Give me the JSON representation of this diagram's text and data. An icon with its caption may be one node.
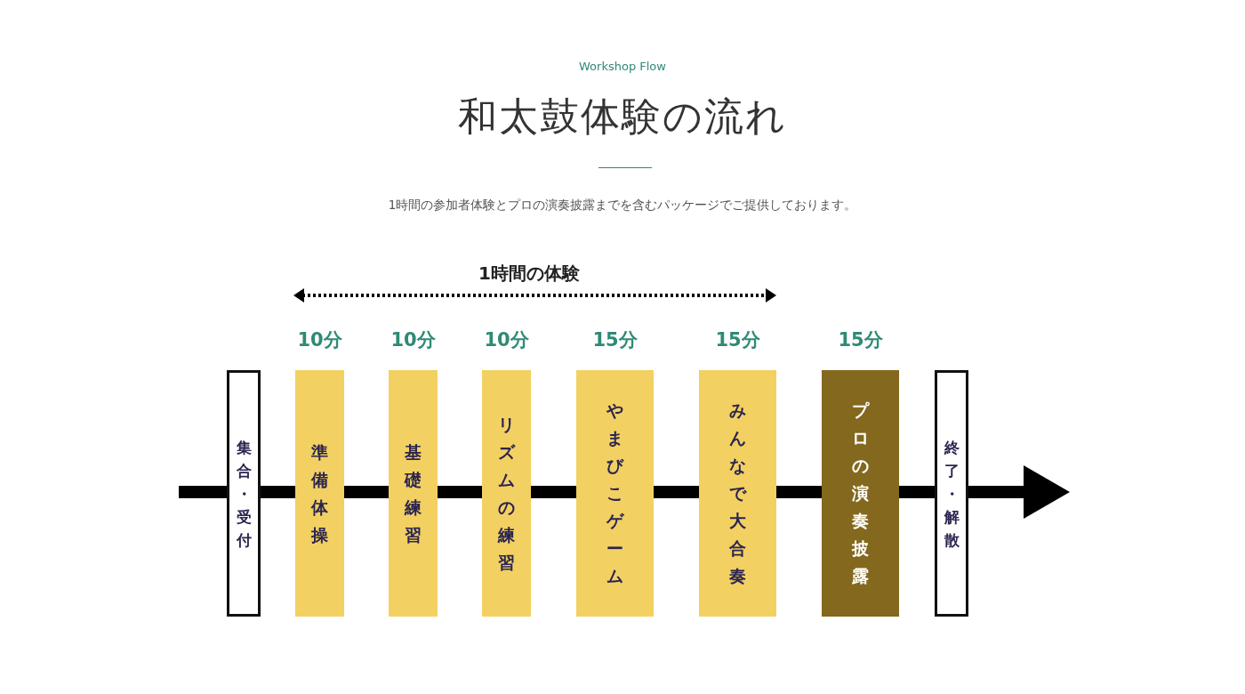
{
  "diagram": {
    "title": "和太鼓体験の流れ",
    "nodes": [
      {
        "text": [
          "集合・受付"
        ]
      },
      {
        "text": [
          "準備体操"
        ],
        "beside": [
          "10分"
        ]
      },
      {
        "text": [
          "基礎練習"
        ],
        "beside": [
          "10分"
        ]
      },
      {
        "text": [
          "リズムの練習"
        ],
        "beside": [
          "10分"
        ]
      },
      {
        "text": [
          "やまびこゲーム"
        ],
        "beside": [
          "15分"
        ]
      },
      {
        "text": [
          "みんなで大合奏"
        ],
        "beside": [
          "15分"
        ]
      },
      {
        "text": [
          "プロの演奏披露"
        ],
        "beside": [
          "15分"
        ]
      },
      {
        "text": [
          "終了・解散"
        ]
      }
    ],
    "edges": [
      {
        "from": null,
        "to": 0,
        "arrow": "none"
      },
      {
        "from": 0,
        "to": 1,
        "arrow": "none"
      },
      {
        "from": 1,
        "to": 2,
        "arrow": "none"
      },
      {
        "from": 2,
        "to": 3,
        "arrow": "none"
      },
      {
        "from": 3,
        "to": 4,
        "arrow": "none"
      },
      {
        "from": 4,
        "to": 5,
        "arrow": "none"
      },
      {
        "from": 5,
        "to": 6,
        "arrow": "none"
      },
      {
        "from": 6,
        "to": 7,
        "arrow": "none"
      },
      {
        "from": 7,
        "to": null,
        "arrow": "to"
      }
    ],
    "labels": [
      "Workshop Flow",
      "1時間の参加者体験とプロの演奏披露までを含むパッケージでご提供しております。",
      "1時間の体験"
    ]
  }
}
